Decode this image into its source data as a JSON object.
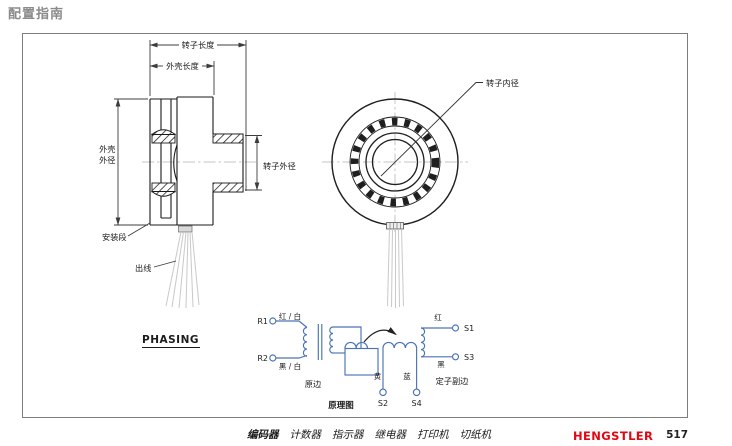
{
  "page": {
    "title": "配置指南",
    "number": "517",
    "brand": "HENGSTLER"
  },
  "colors": {
    "accent_blue": "#4a74b5",
    "brand_red": "#e30613"
  },
  "side_view": {
    "rotor_length": "转子长度",
    "housing_length": "外壳长度",
    "housing_od": [
      "外壳",
      "外径"
    ],
    "rotor_od": "转子外径",
    "mounting_section": "安装段",
    "lead_wires": "出线"
  },
  "front_view": {
    "rotor_bore": "转子内径"
  },
  "phasing": {
    "title": "PHASING",
    "caption": "原理图",
    "primary": "原边",
    "stator_secondary": "定子副边",
    "r1": "R1",
    "r2": "R2",
    "s1": "S1",
    "s2": "S2",
    "s3": "S3",
    "s4": "S4",
    "r1_color": "红 / 白",
    "r2_color": "黑 / 白",
    "s1_color": "红",
    "s2_color": "黄",
    "s3_color": "黑",
    "s4_color": "蓝"
  },
  "footer": {
    "items": [
      "编码器",
      "计数器",
      "指示器",
      "继电器",
      "打印机",
      "切纸机"
    ]
  }
}
